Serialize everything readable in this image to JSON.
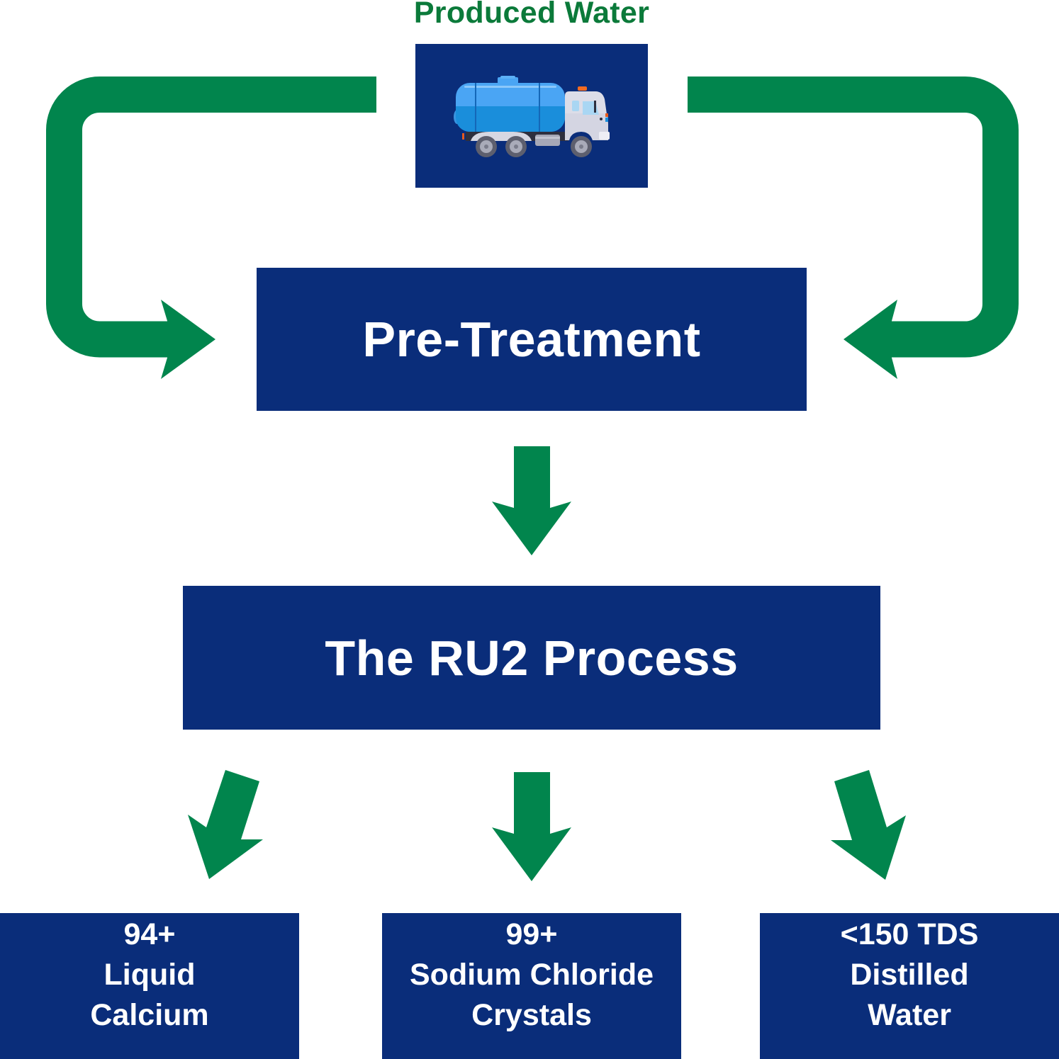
{
  "diagram": {
    "title": "Produced Water",
    "source_icon": "tanker-truck-icon",
    "steps": [
      {
        "id": "pre-treatment",
        "label": "Pre-Treatment"
      },
      {
        "id": "ru2-process",
        "label": "The RU2 Process"
      }
    ],
    "outputs": [
      {
        "lines": [
          "94+",
          "Liquid",
          "Calcium"
        ]
      },
      {
        "lines": [
          "99+",
          "Sodium Chloride",
          "Crystals"
        ]
      },
      {
        "lines": [
          "<150 TDS",
          "Distilled",
          "Water"
        ]
      }
    ],
    "flows": [
      {
        "from": "Produced Water",
        "to": "Pre-Treatment",
        "side": "left"
      },
      {
        "from": "Produced Water",
        "to": "Pre-Treatment",
        "side": "right"
      },
      {
        "from": "Pre-Treatment",
        "to": "The RU2 Process"
      },
      {
        "from": "The RU2 Process",
        "to": "94+ Liquid Calcium"
      },
      {
        "from": "The RU2 Process",
        "to": "99+ Sodium Chloride Crystals"
      },
      {
        "from": "The RU2 Process",
        "to": "<150 TDS Distilled Water"
      }
    ]
  },
  "colors": {
    "navy": "#0a2d7a",
    "arrow_green": "#01854d",
    "title_green": "#0b7a3a",
    "text_white": "#ffffff"
  }
}
